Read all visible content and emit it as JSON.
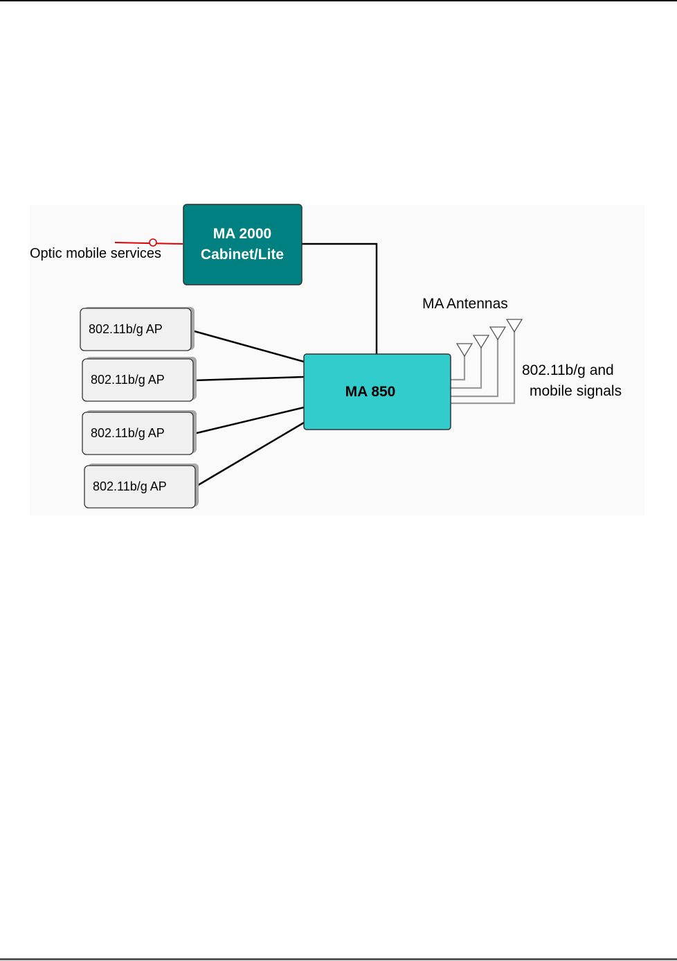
{
  "diagram": {
    "optic_label": "Optic  mobile services",
    "cabinet": {
      "line1": "MA 2000",
      "line2": "Cabinet/Lite",
      "color": "#008080"
    },
    "ma850": {
      "label": "MA 850",
      "color": "#33cccc"
    },
    "access_points": [
      {
        "label": "802.11b/g AP"
      },
      {
        "label": "802.11b/g AP"
      },
      {
        "label": "802.11b/g AP"
      },
      {
        "label": "802.11b/g AP"
      }
    ],
    "antennas_label": "MA Antennas",
    "signals_label_line1": "802.11b/g and",
    "signals_label_line2": "mobile signals",
    "optic_line_color": "#e00000"
  }
}
